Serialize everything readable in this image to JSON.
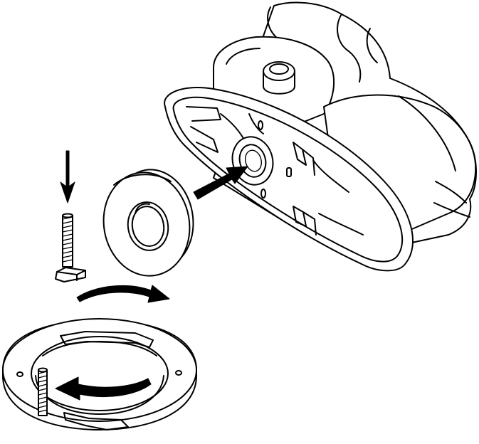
{
  "diagram": {
    "kind": "assembly-illustration",
    "line_color": "#000000",
    "background_color": "#ffffff",
    "parts": [
      {
        "id": "toilet-base",
        "icon": "toilet-base-icon"
      },
      {
        "id": "wax-ring",
        "icon": "wax-ring-icon"
      },
      {
        "id": "closet-bolt",
        "icon": "closet-bolt-icon"
      },
      {
        "id": "toilet-flange",
        "icon": "toilet-flange-icon"
      }
    ],
    "arrows": [
      {
        "id": "insert-arrow",
        "icon": "arrow-down-icon"
      },
      {
        "id": "wax-ring-arrow",
        "icon": "arrow-right-icon"
      },
      {
        "id": "bolt-to-flange-arrow",
        "icon": "curved-arrow-icon"
      },
      {
        "id": "rotate-arrow",
        "icon": "curved-arrow-left-icon"
      }
    ]
  }
}
